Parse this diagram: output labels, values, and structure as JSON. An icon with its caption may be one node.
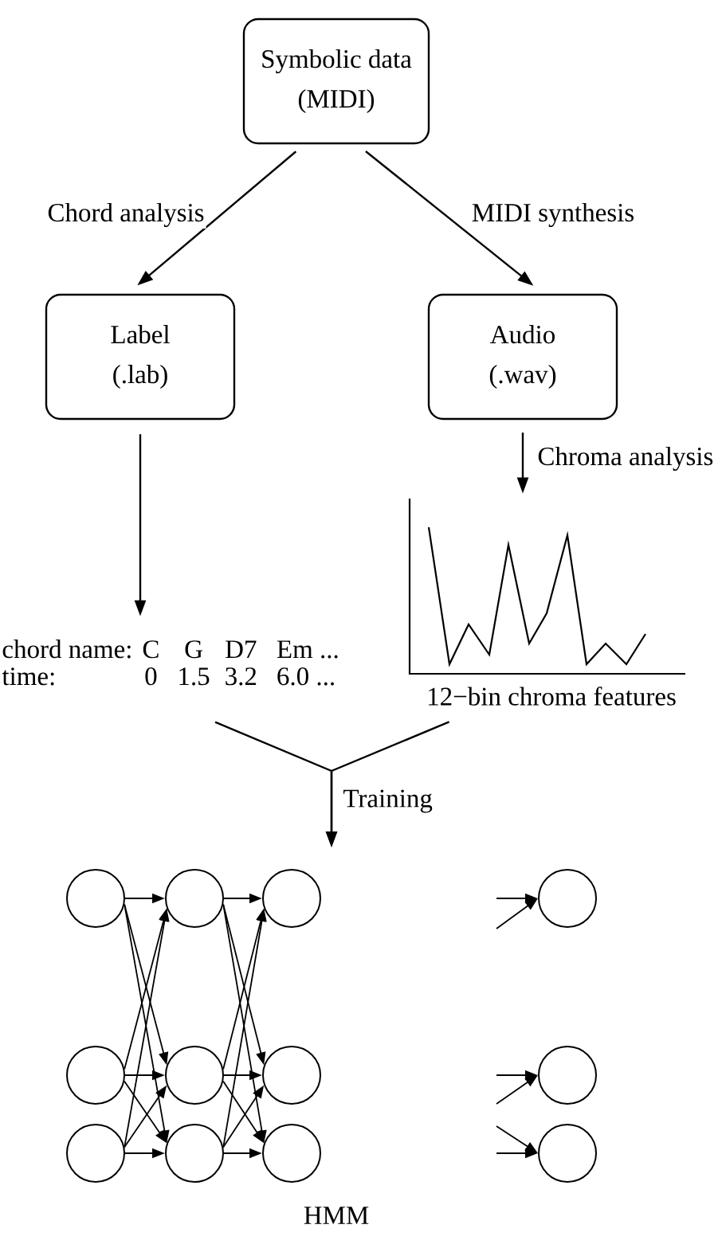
{
  "diagram": {
    "nodes": [
      {
        "text": [
          "Symbolic data",
          "(MIDI)"
        ]
      },
      {
        "text": [
          "Label",
          "(.lab)"
        ]
      },
      {
        "text": [
          "Audio",
          "(.wav)"
        ]
      },
      {
        "text": [
          "chord name:",
          "C",
          "G",
          "D7",
          "Em ...",
          "time:",
          "0",
          "1.5",
          "3.2",
          "6.0 ..."
        ]
      },
      {
        "text": [],
        "shape": "picture",
        "beside": [
          "12−bin chroma features"
        ]
      },
      {
        "text": [],
        "shape": "circle"
      },
      {
        "text": [],
        "shape": "circle"
      },
      {
        "text": [],
        "shape": "circle"
      },
      {
        "text": [],
        "shape": "circle"
      },
      {
        "text": [],
        "shape": "circle"
      },
      {
        "text": [],
        "shape": "circle"
      },
      {
        "text": [],
        "shape": "circle"
      },
      {
        "text": [],
        "shape": "circle"
      },
      {
        "text": [],
        "shape": "circle"
      },
      {
        "text": [],
        "shape": "circle"
      },
      {
        "text": [],
        "shape": "circle"
      },
      {
        "text": [],
        "shape": "circle"
      }
    ],
    "edges": [
      {
        "from": 0,
        "to": 1,
        "arrow": "to",
        "label": "Chord analysis"
      },
      {
        "from": 0,
        "to": 2,
        "arrow": "to",
        "label": "MIDI synthesis"
      },
      {
        "from": 1,
        "to": 3,
        "arrow": "to"
      },
      {
        "from": 2,
        "to": 4,
        "arrow": "to",
        "label": "Chroma analysis"
      },
      {
        "from": 3,
        "to": null,
        "arrow": "to",
        "label": "Training"
      },
      {
        "from": 4,
        "to": null,
        "arrow": "to"
      },
      {
        "from": 5,
        "to": 6,
        "arrow": "to"
      },
      {
        "from": 5,
        "to": 10,
        "arrow": "to"
      },
      {
        "from": 5,
        "to": 14,
        "arrow": "to"
      },
      {
        "from": 9,
        "to": 6,
        "arrow": "to"
      },
      {
        "from": 9,
        "to": 10,
        "arrow": "to"
      },
      {
        "from": 9,
        "to": 14,
        "arrow": "to"
      },
      {
        "from": 13,
        "to": 6,
        "arrow": "to"
      },
      {
        "from": 13,
        "to": 10,
        "arrow": "to"
      },
      {
        "from": 13,
        "to": 14,
        "arrow": "to"
      },
      {
        "from": 6,
        "to": 7,
        "arrow": "to"
      },
      {
        "from": 6,
        "to": 11,
        "arrow": "to"
      },
      {
        "from": 6,
        "to": 15,
        "arrow": "to"
      },
      {
        "from": 10,
        "to": 7,
        "arrow": "to"
      },
      {
        "from": 10,
        "to": 11,
        "arrow": "to"
      },
      {
        "from": 10,
        "to": 15,
        "arrow": "to"
      },
      {
        "from": 14,
        "to": 7,
        "arrow": "to"
      },
      {
        "from": 14,
        "to": 11,
        "arrow": "to"
      },
      {
        "from": 14,
        "to": 15,
        "arrow": "to"
      },
      {
        "from": null,
        "to": 8,
        "arrow": "to"
      },
      {
        "from": null,
        "to": 8,
        "arrow": "to"
      },
      {
        "from": null,
        "to": 12,
        "arrow": "to"
      },
      {
        "from": null,
        "to": 12,
        "arrow": "to"
      },
      {
        "from": null,
        "to": 16,
        "arrow": "to"
      },
      {
        "from": null,
        "to": 16,
        "arrow": "to"
      }
    ],
    "labels": [
      "HMM"
    ]
  }
}
